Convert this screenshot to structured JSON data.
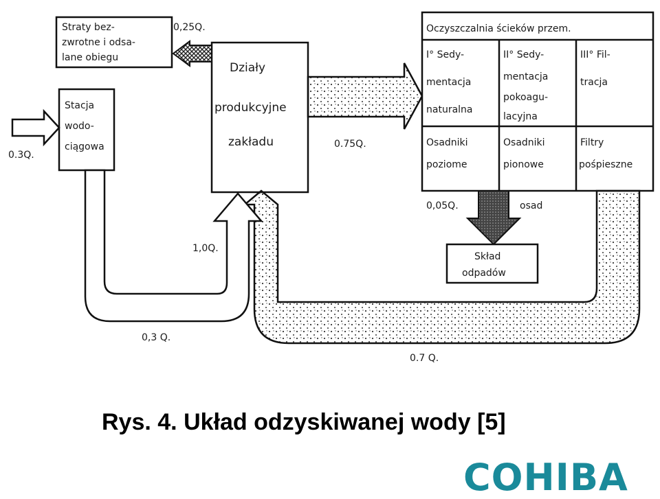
{
  "diagram": {
    "losses_box": {
      "lines": [
        "Straty bez-",
        "zwrotne i odsa-",
        "lane obiegu"
      ],
      "flow": "0,25Q."
    },
    "water_station": {
      "lines": [
        "Stacja",
        "wodo-",
        "ciągowa"
      ],
      "inflow": "0.3Q."
    },
    "production": {
      "lines": [
        "Działy",
        "produkcyjne",
        "zakładu"
      ]
    },
    "treatment_plant": {
      "title": "Oczyszczalnia ścieków przem.",
      "stages": [
        {
          "lines": [
            "I° Sedy-",
            "mentacja",
            "naturalna"
          ]
        },
        {
          "lines": [
            "II° Sedy-",
            "mentacja",
            "pokoagu-",
            "lacyjna"
          ]
        },
        {
          "lines": [
            "III° Fil-",
            "tracja"
          ]
        }
      ],
      "devices": [
        {
          "lines": [
            "Osadniki",
            "poziome"
          ]
        },
        {
          "lines": [
            "Osadniki",
            "pionowe"
          ]
        },
        {
          "lines": [
            "Filtry",
            "pośpieszne"
          ]
        }
      ]
    },
    "waste_store": {
      "lines": [
        "Skład",
        "odpadów"
      ]
    },
    "flows": {
      "to_treatment": "0.75Q.",
      "sludge_q": "0,05Q.",
      "sludge_label": "osad",
      "total_in": "1,0Q.",
      "fresh_return": "0,3 Q.",
      "recycled": "0.7 Q."
    }
  },
  "caption": "Rys. 4. Układ odzyskiwanej wody [5]",
  "logo": {
    "text": "COHIBA",
    "color": "#1a8a9a"
  }
}
